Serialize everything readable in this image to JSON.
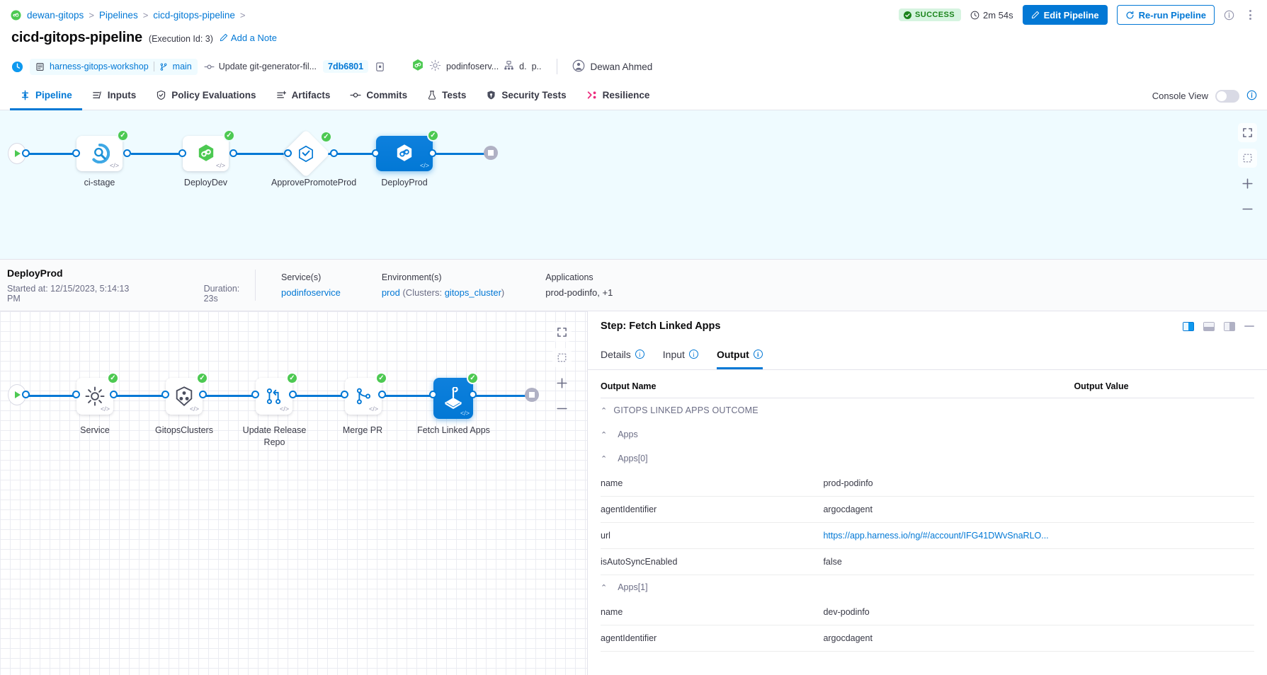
{
  "breadcrumb": {
    "project_icon": "argo-gitops-icon",
    "items": [
      {
        "label": "dewan-gitops"
      },
      {
        "label": "Pipelines"
      },
      {
        "label": "cicd-gitops-pipeline"
      }
    ],
    "separator": ">"
  },
  "header_actions": {
    "status": "SUCCESS",
    "duration": "2m 54s",
    "edit_label": "Edit Pipeline",
    "rerun_label": "Re-run Pipeline"
  },
  "title": {
    "name": "cicd-gitops-pipeline",
    "execution_id": "(Execution Id: 3)",
    "add_note": "Add a Note"
  },
  "meta": {
    "repo": "harness-gitops-workshop",
    "branch": "main",
    "commit_message": "Update git-generator-fil...",
    "commit_sha": "7db6801",
    "service": "podinfoserv...",
    "env_short": "d.",
    "infra_short": "p..",
    "user": "Dewan Ahmed"
  },
  "tabs": [
    {
      "label": "Pipeline",
      "icon": "pipeline-icon",
      "active": true
    },
    {
      "label": "Inputs",
      "icon": "inputs-icon",
      "active": false
    },
    {
      "label": "Policy Evaluations",
      "icon": "policy-icon",
      "active": false
    },
    {
      "label": "Artifacts",
      "icon": "artifacts-icon",
      "active": false
    },
    {
      "label": "Commits",
      "icon": "commit-icon",
      "active": false
    },
    {
      "label": "Tests",
      "icon": "tests-icon",
      "active": false
    },
    {
      "label": "Security Tests",
      "icon": "shield-icon",
      "active": false
    },
    {
      "label": "Resilience",
      "icon": "resilience-icon",
      "active": false
    }
  ],
  "console_view": {
    "label": "Console View",
    "enabled": false
  },
  "graph_top": {
    "nodes": [
      {
        "label": "ci-stage",
        "status": "success",
        "icon": "ci-build-icon",
        "shape": "card",
        "selected": false
      },
      {
        "label": "DeployDev",
        "status": "success",
        "icon": "gitops-icon",
        "shape": "card",
        "selected": false
      },
      {
        "label": "ApprovePromoteProd",
        "status": "success",
        "icon": "approval-icon",
        "shape": "diamond",
        "selected": false
      },
      {
        "label": "DeployProd",
        "status": "success",
        "icon": "gitops-icon",
        "shape": "card",
        "selected": true
      }
    ],
    "controls": [
      "fit-screen-icon",
      "select-area-icon",
      "zoom-in-icon",
      "zoom-out-icon"
    ]
  },
  "stage_summary": {
    "name": "DeployProd",
    "started_label": "Started at:",
    "started_value": "12/15/2023, 5:14:13 PM",
    "duration_label": "Duration:",
    "duration_value": "23s",
    "columns": [
      {
        "header": "Service(s)",
        "value": "podinfoservice",
        "link": true
      },
      {
        "header": "Environment(s)",
        "value": "prod",
        "suffix_pre": " (Clusters: ",
        "cluster": "gitops_cluster",
        "suffix_post": ")"
      },
      {
        "header": "Applications",
        "value": "prod-podinfo,",
        "extra": "+1"
      }
    ]
  },
  "graph_bottom": {
    "nodes": [
      {
        "label": "Service",
        "status": "success",
        "icon": "gear-icon",
        "selected": false
      },
      {
        "label": "GitopsClusters",
        "status": "success",
        "icon": "clusters-icon",
        "selected": false
      },
      {
        "label": "Update Release Repo",
        "status": "success",
        "icon": "branch-update-icon",
        "selected": false
      },
      {
        "label": "Merge PR",
        "status": "success",
        "icon": "merge-pr-icon",
        "selected": false
      },
      {
        "label": "Fetch Linked Apps",
        "status": "success",
        "icon": "fetch-apps-icon",
        "selected": true
      }
    ],
    "controls": [
      "fit-screen-icon",
      "select-area-icon",
      "zoom-in-icon",
      "zoom-out-icon"
    ]
  },
  "detail_panel": {
    "title": "Step: Fetch Linked Apps",
    "view_icons": [
      "split-right-view-icon",
      "bottom-view-icon",
      "right-view-icon",
      "minimize-icon"
    ],
    "tabs": [
      {
        "label": "Details",
        "active": false
      },
      {
        "label": "Input",
        "active": false
      },
      {
        "label": "Output",
        "active": true
      }
    ],
    "table": {
      "headers": [
        "Output Name",
        "Output Value"
      ],
      "rows": [
        {
          "kind": "group",
          "indent": 0,
          "name": "GITOPS LINKED APPS OUTCOME",
          "value": "",
          "chevron": "⌃"
        },
        {
          "kind": "group",
          "indent": 1,
          "name": "Apps",
          "value": "",
          "chevron": "⌃"
        },
        {
          "kind": "group",
          "indent": 2,
          "name": "Apps[0]",
          "value": "",
          "chevron": "⌃"
        },
        {
          "kind": "leaf",
          "indent": 3,
          "name": "name",
          "value": "prod-podinfo"
        },
        {
          "kind": "leaf",
          "indent": 3,
          "name": "agentIdentifier",
          "value": "argocdagent"
        },
        {
          "kind": "leaf",
          "indent": 3,
          "name": "url",
          "value": "https://app.harness.io/ng/#/account/IFG41DWvSnaRLO...",
          "link": true
        },
        {
          "kind": "leaf",
          "indent": 3,
          "name": "isAutoSyncEnabled",
          "value": "false"
        },
        {
          "kind": "group",
          "indent": 2,
          "name": "Apps[1]",
          "value": "",
          "chevron": "⌃"
        },
        {
          "kind": "leaf",
          "indent": 3,
          "name": "name",
          "value": "dev-podinfo"
        },
        {
          "kind": "leaf",
          "indent": 3,
          "name": "agentIdentifier",
          "value": "argocdagent"
        }
      ]
    }
  },
  "colors": {
    "accent": "#0278d5",
    "success": "#4dc952",
    "success_bg": "#d6f4e0",
    "graph_bg": "#effbff",
    "panel_border": "#e3e3eb"
  }
}
